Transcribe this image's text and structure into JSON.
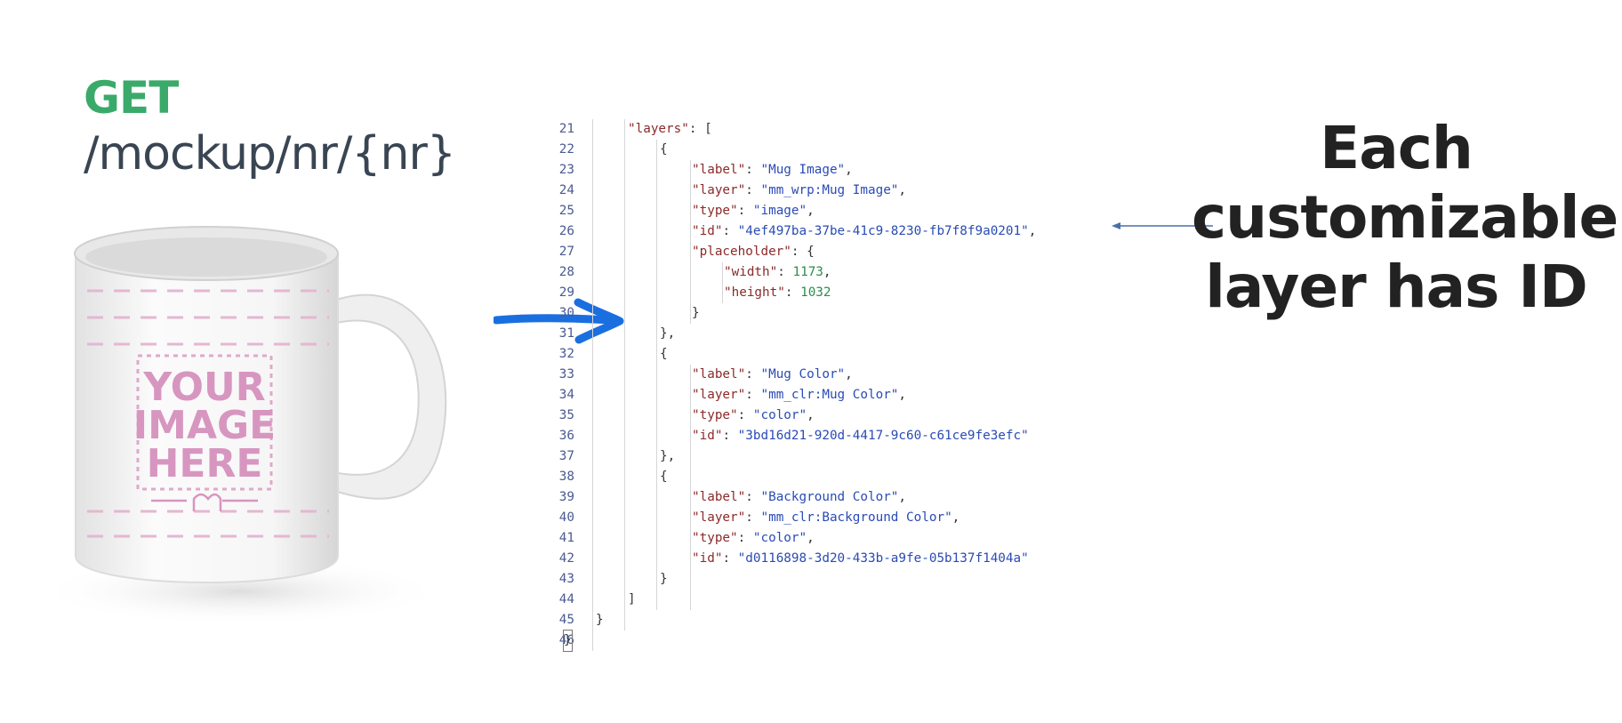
{
  "endpoint": {
    "method": "GET",
    "path": "/mockup/nr/{nr}"
  },
  "mug_print": {
    "line1": "YOUR",
    "line2": "IMAGE",
    "line3": "HERE"
  },
  "code": {
    "line_numbers": [
      "21",
      "22",
      "23",
      "24",
      "25",
      "26",
      "27",
      "28",
      "29",
      "30",
      "31",
      "32",
      "33",
      "34",
      "35",
      "36",
      "37",
      "38",
      "39",
      "40",
      "41",
      "42",
      "43",
      "44",
      "45",
      "46"
    ],
    "lines": [
      {
        "indent": 1,
        "tokens": [
          {
            "t": "\"layers\"",
            "c": "k"
          },
          {
            "t": ": [",
            "c": "p"
          }
        ]
      },
      {
        "indent": 2,
        "tokens": [
          {
            "t": "{",
            "c": "p"
          }
        ]
      },
      {
        "indent": 3,
        "tokens": [
          {
            "t": "\"label\"",
            "c": "k"
          },
          {
            "t": ": ",
            "c": "p"
          },
          {
            "t": "\"Mug Image\"",
            "c": "s"
          },
          {
            "t": ",",
            "c": "p"
          }
        ]
      },
      {
        "indent": 3,
        "tokens": [
          {
            "t": "\"layer\"",
            "c": "k"
          },
          {
            "t": ": ",
            "c": "p"
          },
          {
            "t": "\"mm_wrp:Mug Image\"",
            "c": "s"
          },
          {
            "t": ",",
            "c": "p"
          }
        ]
      },
      {
        "indent": 3,
        "tokens": [
          {
            "t": "\"type\"",
            "c": "k"
          },
          {
            "t": ": ",
            "c": "p"
          },
          {
            "t": "\"image\"",
            "c": "s"
          },
          {
            "t": ",",
            "c": "p"
          }
        ]
      },
      {
        "indent": 3,
        "tokens": [
          {
            "t": "\"id\"",
            "c": "k"
          },
          {
            "t": ": ",
            "c": "p"
          },
          {
            "t": "\"4ef497ba-37be-41c9-8230-fb7f8f9a0201\"",
            "c": "s"
          },
          {
            "t": ",",
            "c": "p"
          }
        ]
      },
      {
        "indent": 3,
        "tokens": [
          {
            "t": "\"placeholder\"",
            "c": "k"
          },
          {
            "t": ": {",
            "c": "p"
          }
        ]
      },
      {
        "indent": 4,
        "tokens": [
          {
            "t": "\"width\"",
            "c": "k"
          },
          {
            "t": ": ",
            "c": "p"
          },
          {
            "t": "1173",
            "c": "n"
          },
          {
            "t": ",",
            "c": "p"
          }
        ]
      },
      {
        "indent": 4,
        "tokens": [
          {
            "t": "\"height\"",
            "c": "k"
          },
          {
            "t": ": ",
            "c": "p"
          },
          {
            "t": "1032",
            "c": "n"
          }
        ]
      },
      {
        "indent": 3,
        "tokens": [
          {
            "t": "}",
            "c": "p"
          }
        ]
      },
      {
        "indent": 2,
        "tokens": [
          {
            "t": "},",
            "c": "p"
          }
        ]
      },
      {
        "indent": 2,
        "tokens": [
          {
            "t": "{",
            "c": "p"
          }
        ]
      },
      {
        "indent": 3,
        "tokens": [
          {
            "t": "\"label\"",
            "c": "k"
          },
          {
            "t": ": ",
            "c": "p"
          },
          {
            "t": "\"Mug Color\"",
            "c": "s"
          },
          {
            "t": ",",
            "c": "p"
          }
        ]
      },
      {
        "indent": 3,
        "tokens": [
          {
            "t": "\"layer\"",
            "c": "k"
          },
          {
            "t": ": ",
            "c": "p"
          },
          {
            "t": "\"mm_clr:Mug Color\"",
            "c": "s"
          },
          {
            "t": ",",
            "c": "p"
          }
        ]
      },
      {
        "indent": 3,
        "tokens": [
          {
            "t": "\"type\"",
            "c": "k"
          },
          {
            "t": ": ",
            "c": "p"
          },
          {
            "t": "\"color\"",
            "c": "s"
          },
          {
            "t": ",",
            "c": "p"
          }
        ]
      },
      {
        "indent": 3,
        "tokens": [
          {
            "t": "\"id\"",
            "c": "k"
          },
          {
            "t": ": ",
            "c": "p"
          },
          {
            "t": "\"3bd16d21-920d-4417-9c60-c61ce9fe3efc\"",
            "c": "s"
          }
        ]
      },
      {
        "indent": 2,
        "tokens": [
          {
            "t": "},",
            "c": "p"
          }
        ]
      },
      {
        "indent": 2,
        "tokens": [
          {
            "t": "{",
            "c": "p"
          }
        ]
      },
      {
        "indent": 3,
        "tokens": [
          {
            "t": "\"label\"",
            "c": "k"
          },
          {
            "t": ": ",
            "c": "p"
          },
          {
            "t": "\"Background Color\"",
            "c": "s"
          },
          {
            "t": ",",
            "c": "p"
          }
        ]
      },
      {
        "indent": 3,
        "tokens": [
          {
            "t": "\"layer\"",
            "c": "k"
          },
          {
            "t": ": ",
            "c": "p"
          },
          {
            "t": "\"mm_clr:Background Color\"",
            "c": "s"
          },
          {
            "t": ",",
            "c": "p"
          }
        ]
      },
      {
        "indent": 3,
        "tokens": [
          {
            "t": "\"type\"",
            "c": "k"
          },
          {
            "t": ": ",
            "c": "p"
          },
          {
            "t": "\"color\"",
            "c": "s"
          },
          {
            "t": ",",
            "c": "p"
          }
        ]
      },
      {
        "indent": 3,
        "tokens": [
          {
            "t": "\"id\"",
            "c": "k"
          },
          {
            "t": ": ",
            "c": "p"
          },
          {
            "t": "\"d0116898-3d20-433b-a9fe-05b137f1404a\"",
            "c": "s"
          }
        ]
      },
      {
        "indent": 2,
        "tokens": [
          {
            "t": "}",
            "c": "p"
          }
        ]
      },
      {
        "indent": 1,
        "tokens": [
          {
            "t": "]",
            "c": "p"
          }
        ]
      },
      {
        "indent": 0,
        "tokens": [
          {
            "t": "}",
            "c": "p"
          }
        ]
      },
      {
        "indent": -1,
        "tokens": [
          {
            "t": "}",
            "c": "p"
          }
        ]
      }
    ]
  },
  "callout": {
    "line1": "Each",
    "line2": "customizable",
    "line3": "layer has ID"
  },
  "colors": {
    "method_green": "#3aaa6a",
    "path_slate": "#3a4553",
    "arrow_blue": "#1a6fe0",
    "mug_print_pink": "#d796c0",
    "annotation_line": "#4a6fa8"
  },
  "icons": {
    "flow_arrow": "hand-drawn-arrow-right",
    "annotation_arrow": "arrow-left"
  }
}
